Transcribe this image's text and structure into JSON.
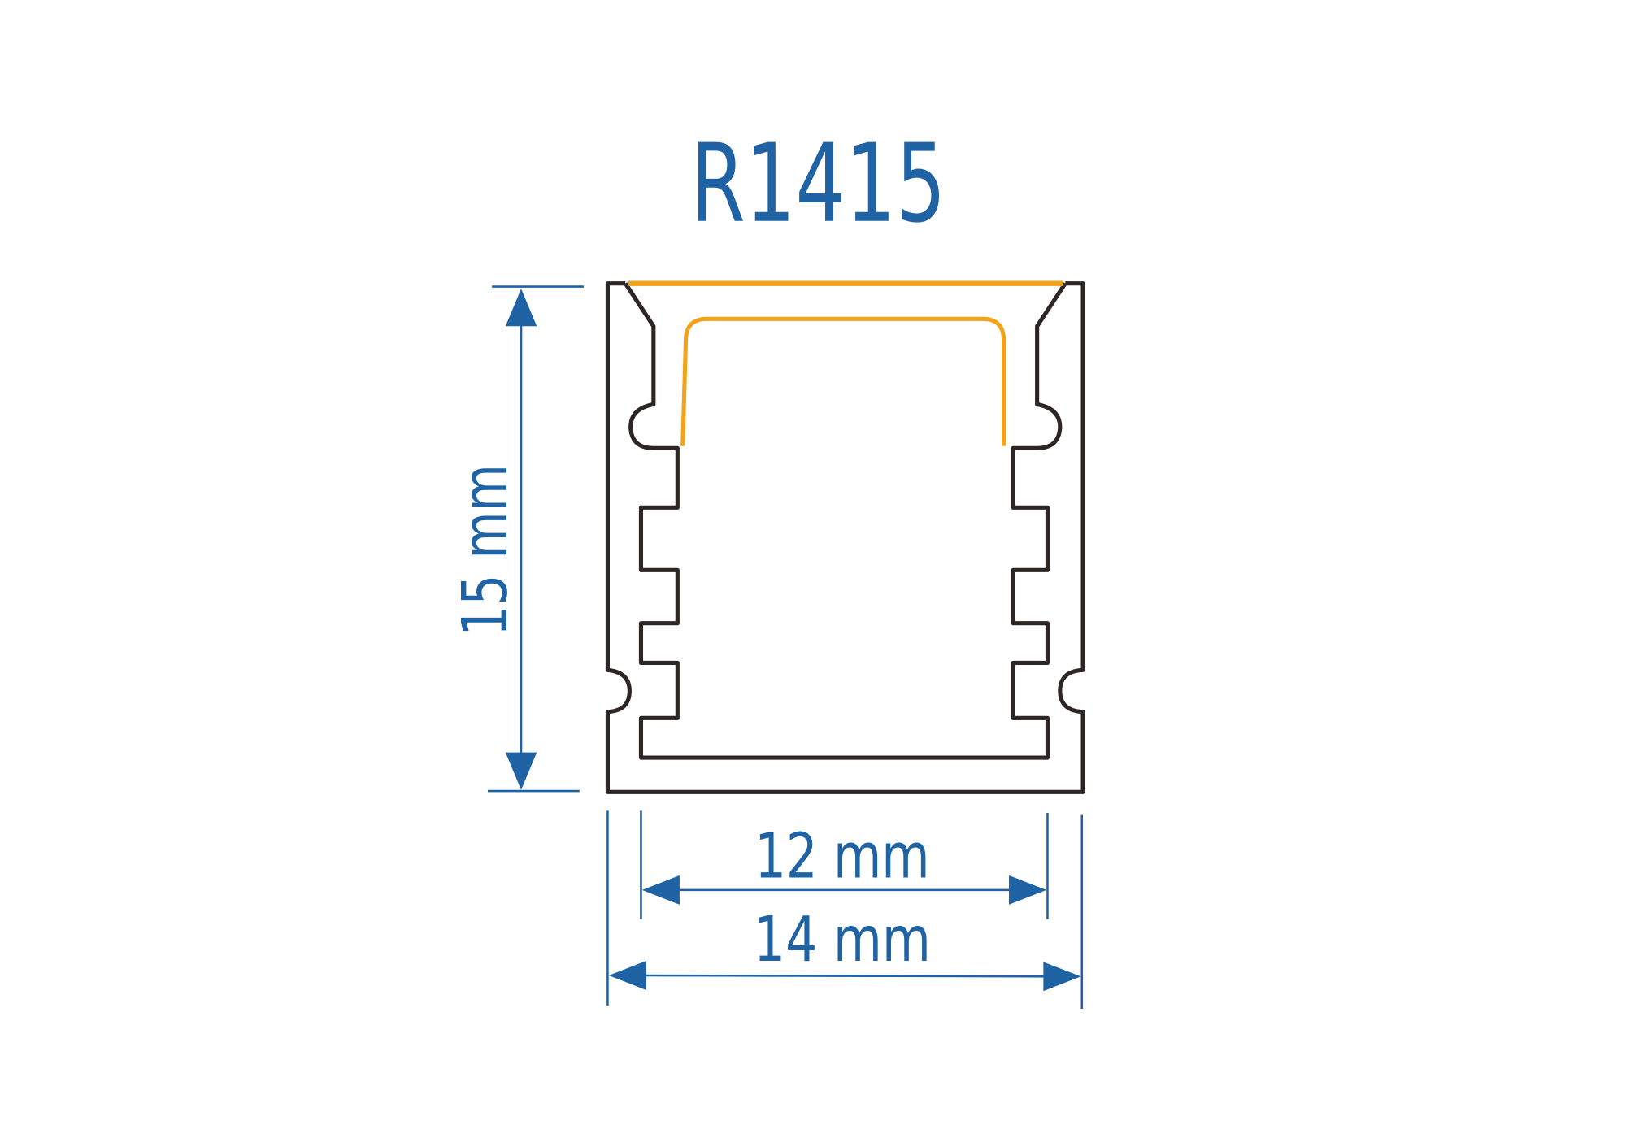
{
  "title": "R1415",
  "dimensions": {
    "height_label": "15 mm",
    "inner_width_label": "12 mm",
    "outer_width_label": "14 mm"
  },
  "colors": {
    "dimension_blue": "#1f63a5",
    "profile_outline": "#2e2624",
    "diffuser_orange": "#f2a31b"
  }
}
